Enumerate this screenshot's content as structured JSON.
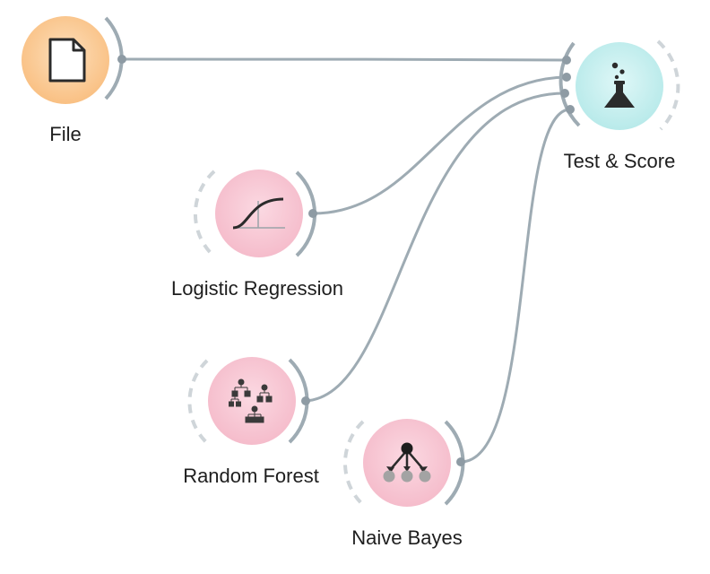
{
  "nodes": {
    "file": {
      "label": "File",
      "icon": "document-icon",
      "color": "#fbc58a"
    },
    "test_score": {
      "label": "Test & Score",
      "icon": "flask-icon",
      "color": "#bdeced"
    },
    "logistic_regression": {
      "label": "Logistic Regression",
      "icon": "sigmoid-curve-icon",
      "color": "#f7c1cf"
    },
    "random_forest": {
      "label": "Random Forest",
      "icon": "tree-ensemble-icon",
      "color": "#f7c1cf"
    },
    "naive_bayes": {
      "label": "Naive Bayes",
      "icon": "bayes-network-icon",
      "color": "#f7c1cf"
    }
  },
  "links": [
    {
      "from": "File",
      "to": "Test & Score"
    },
    {
      "from": "Logistic Regression",
      "to": "Test & Score"
    },
    {
      "from": "Random Forest",
      "to": "Test & Score"
    },
    {
      "from": "Naive Bayes",
      "to": "Test & Score"
    }
  ],
  "colors": {
    "link": "#9eabb3",
    "port": "#8e9ba4",
    "arc_dashed": "#cfd5d9"
  }
}
